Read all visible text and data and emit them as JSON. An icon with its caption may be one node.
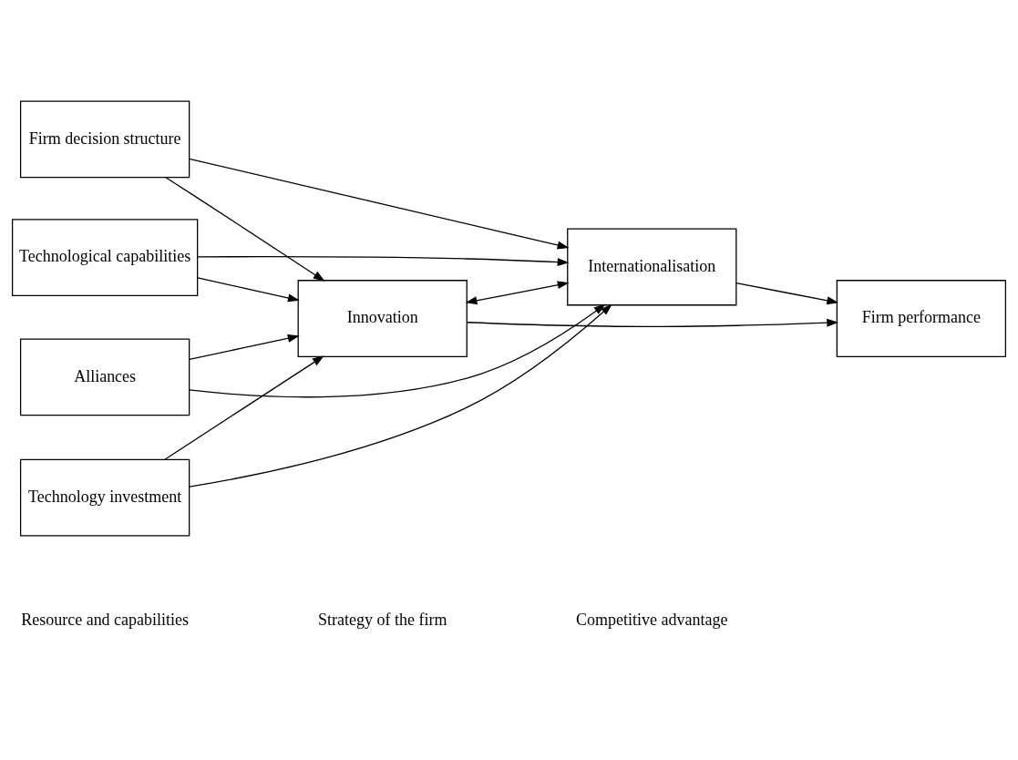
{
  "diagram": {
    "nodes": [
      {
        "text": [
          "Technological capabilities"
        ]
      },
      {
        "text": [
          "Technology investment"
        ]
      },
      {
        "text": [
          "Firm decision structure"
        ]
      },
      {
        "text": [
          "Alliances"
        ]
      },
      {
        "text": [
          "Innovation"
        ]
      },
      {
        "text": [
          "Internationalisation"
        ]
      },
      {
        "text": [
          "Firm performance"
        ]
      }
    ],
    "edges": [
      {
        "from": 0,
        "to": 4,
        "arrow": "to"
      },
      {
        "from": 0,
        "to": 5,
        "arrow": "to"
      },
      {
        "from": 1,
        "to": 4,
        "arrow": "to"
      },
      {
        "from": 1,
        "to": 5,
        "arrow": "to"
      },
      {
        "from": 2,
        "to": 4,
        "arrow": "to"
      },
      {
        "from": 2,
        "to": 5,
        "arrow": "to"
      },
      {
        "from": 3,
        "to": 4,
        "arrow": "to"
      },
      {
        "from": 3,
        "to": 5,
        "arrow": "to"
      },
      {
        "from": 4,
        "to": 5,
        "arrow": "both"
      },
      {
        "from": 4,
        "to": 6,
        "arrow": "to"
      },
      {
        "from": 5,
        "to": 6,
        "arrow": "to"
      }
    ],
    "labels": [
      "Resource and capabilities",
      "Strategy of the firm",
      "Competitive advantage"
    ]
  }
}
